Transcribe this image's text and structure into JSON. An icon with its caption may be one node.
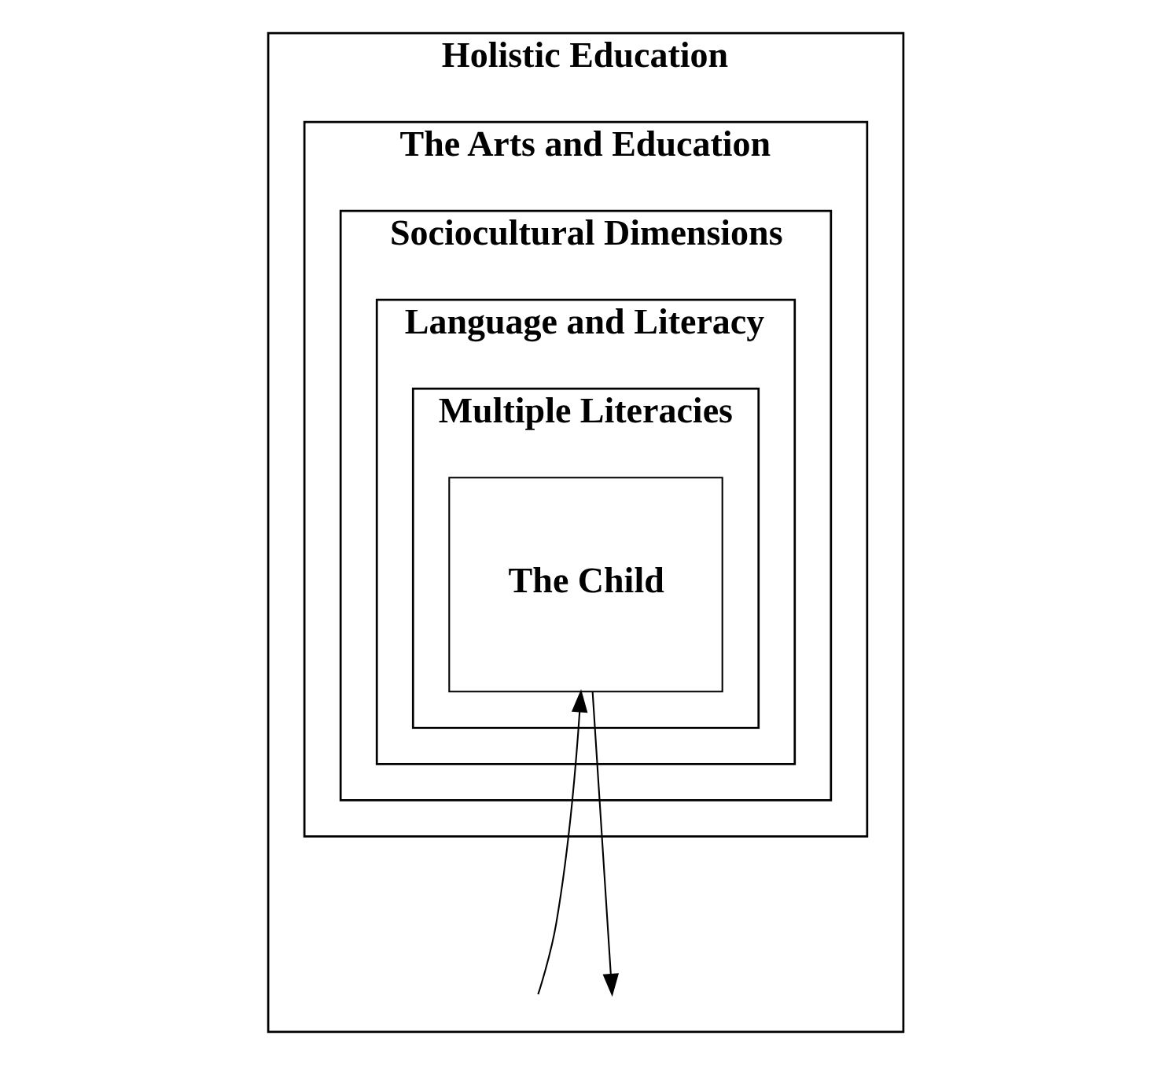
{
  "diagram": {
    "nodes": [
      {
        "text": [
          "Holistic Education"
        ]
      },
      {
        "text": [
          "The Arts and Education"
        ],
        "in": 0
      },
      {
        "text": [
          "Sociocultural Dimensions"
        ],
        "in": 1
      },
      {
        "text": [
          "Language and Literacy"
        ],
        "in": 2
      },
      {
        "text": [
          "Multiple Literacies"
        ],
        "in": 3
      },
      {
        "text": [
          "The Child"
        ],
        "in": 4
      }
    ],
    "edges": [
      {
        "from": null,
        "to": 5,
        "arrow": "to"
      },
      {
        "from": 5,
        "to": null,
        "arrow": "to"
      }
    ]
  }
}
